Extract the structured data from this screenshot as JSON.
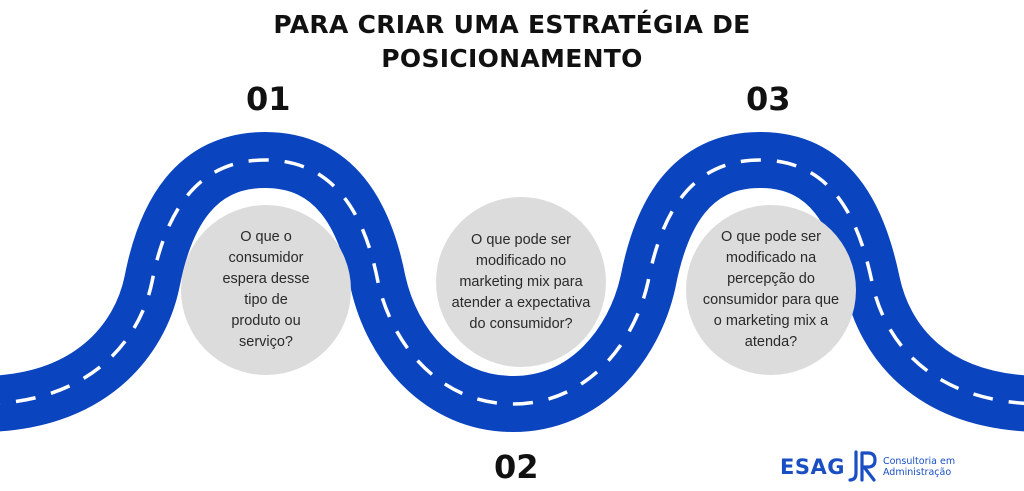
{
  "title_line1": "PARA CRIAR UMA ESTRATÉGIA DE",
  "title_line2": "POSICIONAMENTO",
  "road_color": "#0b44bf",
  "steps": [
    {
      "number": "01",
      "lines": [
        "O que o",
        "consumidor",
        "espera desse",
        "tipo de",
        "produto ou",
        "serviço?"
      ]
    },
    {
      "number": "02",
      "lines": [
        "O que pode ser",
        "modificado no",
        "marketing mix para",
        "atender a expectativa",
        "do consumidor?"
      ]
    },
    {
      "number": "03",
      "lines": [
        "O que pode ser",
        "modificado na",
        "percepção do",
        "consumidor para que",
        "o marketing mix a",
        "atenda?"
      ]
    }
  ],
  "logo": {
    "brand": "ESAG",
    "mark": "JR",
    "tagline_line1": "Consultoria em",
    "tagline_line2": "Administração"
  }
}
